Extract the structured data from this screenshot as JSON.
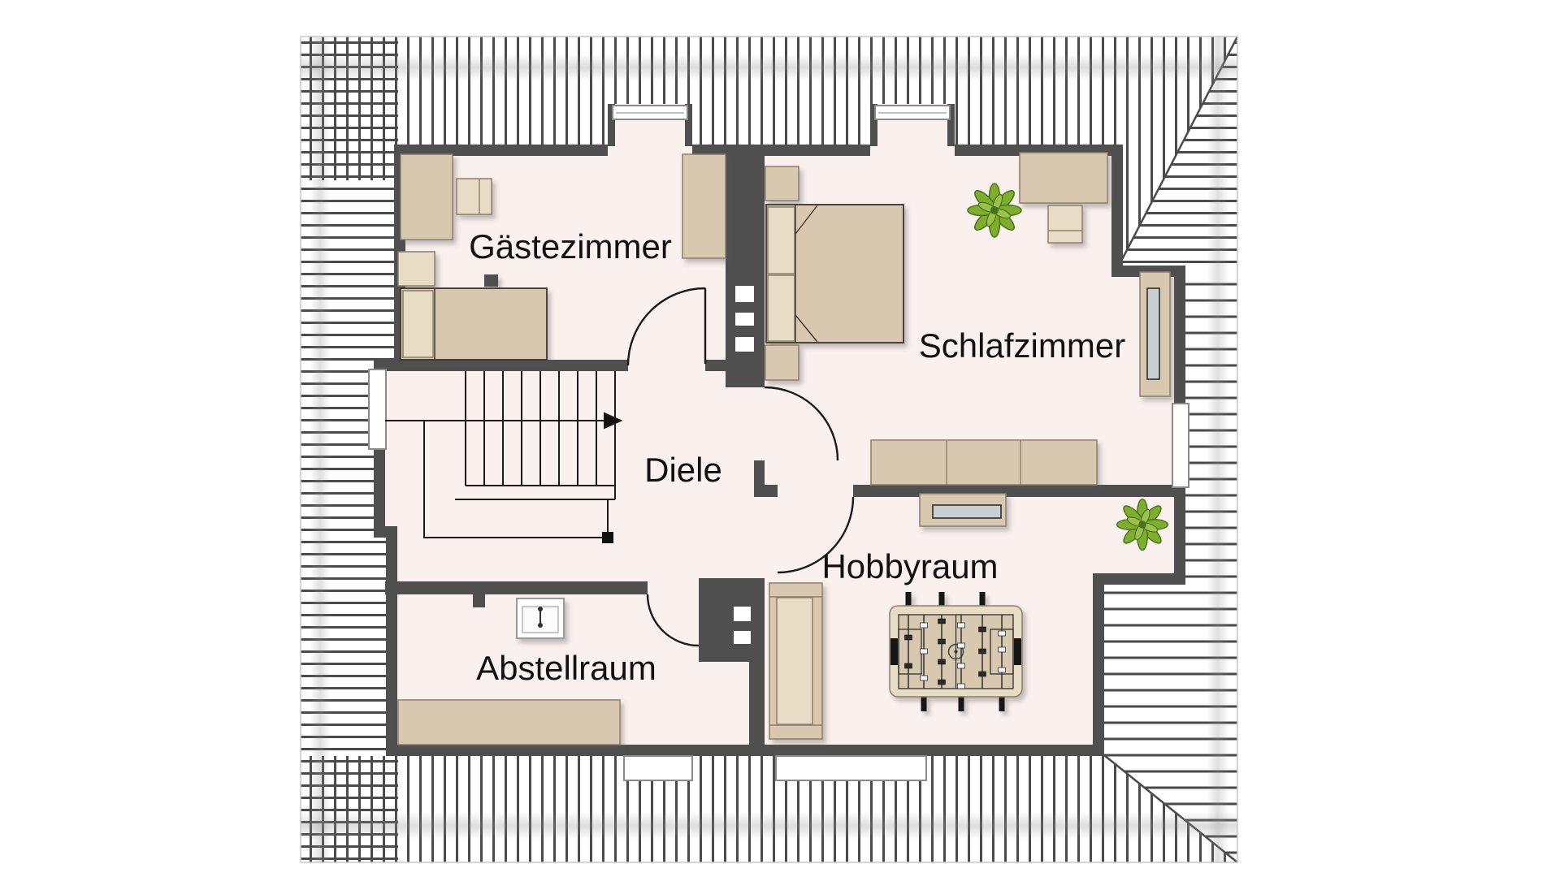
{
  "rooms": [
    {
      "id": "gaestezimmer",
      "label": "Gästezimmer"
    },
    {
      "id": "schlafzimmer",
      "label": "Schlafzimmer"
    },
    {
      "id": "diele",
      "label": "Diele"
    },
    {
      "id": "hobbyraum",
      "label": "Hobbyraum"
    },
    {
      "id": "abstellraum",
      "label": "Abstellraum"
    }
  ],
  "objects": {
    "gaestezimmer": [
      "desk",
      "side-table",
      "cabinet",
      "single-bed",
      "wardrobe",
      "dark-cabinet"
    ],
    "schlafzimmer": [
      "double-bed",
      "bedside-table-top",
      "bedside-table-bottom",
      "desk",
      "chair",
      "plant",
      "sofa",
      "radiator"
    ],
    "diele": [
      "staircase",
      "stair-direction-arrow"
    ],
    "hobbyraum": [
      "couch",
      "tv-lowboard",
      "foosball-table",
      "plant"
    ],
    "abstellraum": [
      "sink",
      "shelf"
    ]
  },
  "colors": {
    "wall": "#4f4f4f",
    "floor": "#faf0ee",
    "line": "#4b4b4b",
    "door-line": "#1a1a1a",
    "furniture": "#d9c8b0",
    "furniture-light": "#e9dcc7",
    "furniture-edge": "#8c7f6b",
    "metal": "#c9ced1",
    "plant-green": "#7fae2f",
    "plant-dark": "#46711a",
    "text": "#111111",
    "window": "#ffffff",
    "window-edge": "#8a8a8a"
  }
}
